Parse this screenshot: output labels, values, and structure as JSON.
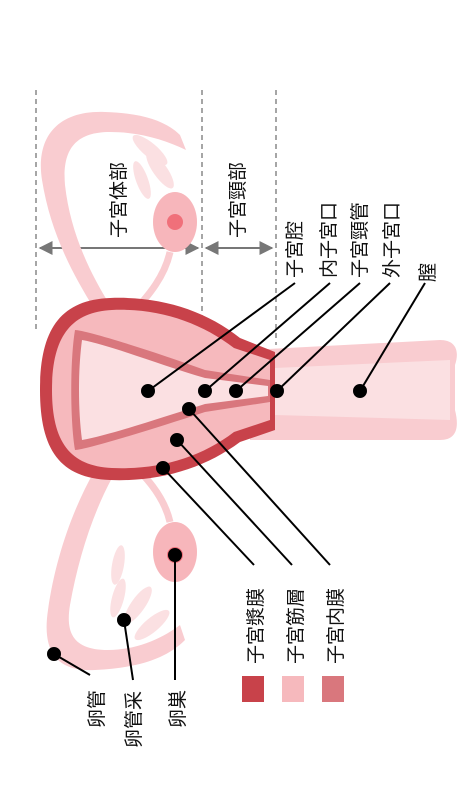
{
  "colors": {
    "serosa": "#c8424a",
    "myometrium": "#f6b9bd",
    "endometrium": "#d9777d",
    "light_tissue": "#fbe0e2",
    "guide_line": "#777777",
    "pointer": "#000000"
  },
  "regions": {
    "corpus": "子宮体部",
    "cervix": "子宮頸部"
  },
  "labels": {
    "uterine_cavity": "子宮腔",
    "internal_os": "内子宮口",
    "cervical_canal": "子宮頸管",
    "external_os": "外子宮口",
    "vagina": "膣",
    "fallopian_tube": "卵管",
    "fimbriae": "卵管采",
    "ovary": "卵巣"
  },
  "legend": [
    {
      "label": "子宮漿膜",
      "color": "#c8424a"
    },
    {
      "label": "子宮筋層",
      "color": "#f6b9bd"
    },
    {
      "label": "子宮内膜",
      "color": "#d9777d"
    }
  ]
}
